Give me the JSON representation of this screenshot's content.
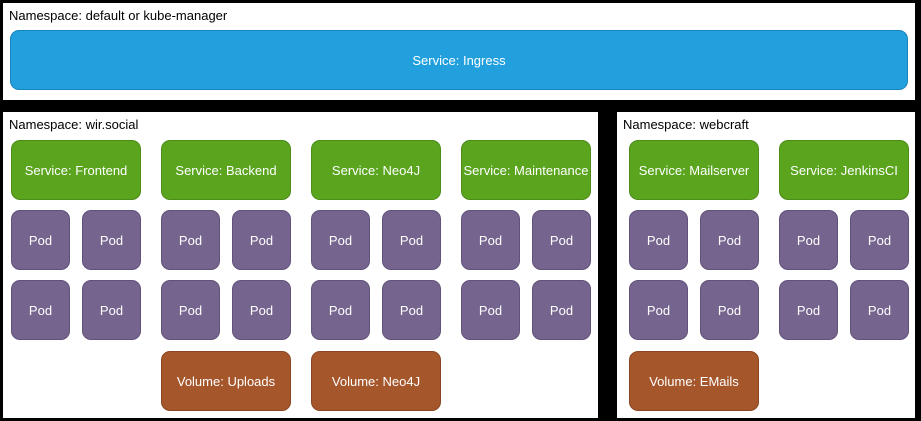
{
  "colors": {
    "page_bg": "#000000",
    "panel_bg": "#FFFFFF",
    "namespace_text": "#000000",
    "box_text": "#FFFFFF",
    "ingress_fill": "#21A0DD",
    "ingress_border": "#1884BA",
    "service_fill": "#5AA41E",
    "service_border": "#4C8C19",
    "pod_fill": "#75648E",
    "pod_border": "#61527A",
    "volume_fill": "#A5562B",
    "volume_border": "#8A4522"
  },
  "pod_label": "Pod",
  "top_namespace": {
    "title": "Namespace: default or kube-manager",
    "service": "Service: Ingress"
  },
  "left_namespace": {
    "title": "Namespace: wir.social",
    "services": [
      {
        "label": "Service: Frontend"
      },
      {
        "label": "Service: Backend"
      },
      {
        "label": "Service: Neo4J"
      },
      {
        "label": "Service: Maintenance"
      }
    ],
    "volumes": [
      {
        "label": "Volume: Uploads"
      },
      {
        "label": "Volume: Neo4J"
      }
    ]
  },
  "right_namespace": {
    "title": "Namespace: webcraft",
    "services": [
      {
        "label": "Service: Mailserver"
      },
      {
        "label": "Service: JenkinsCI"
      }
    ],
    "volumes": [
      {
        "label": "Volume: EMails"
      }
    ]
  }
}
